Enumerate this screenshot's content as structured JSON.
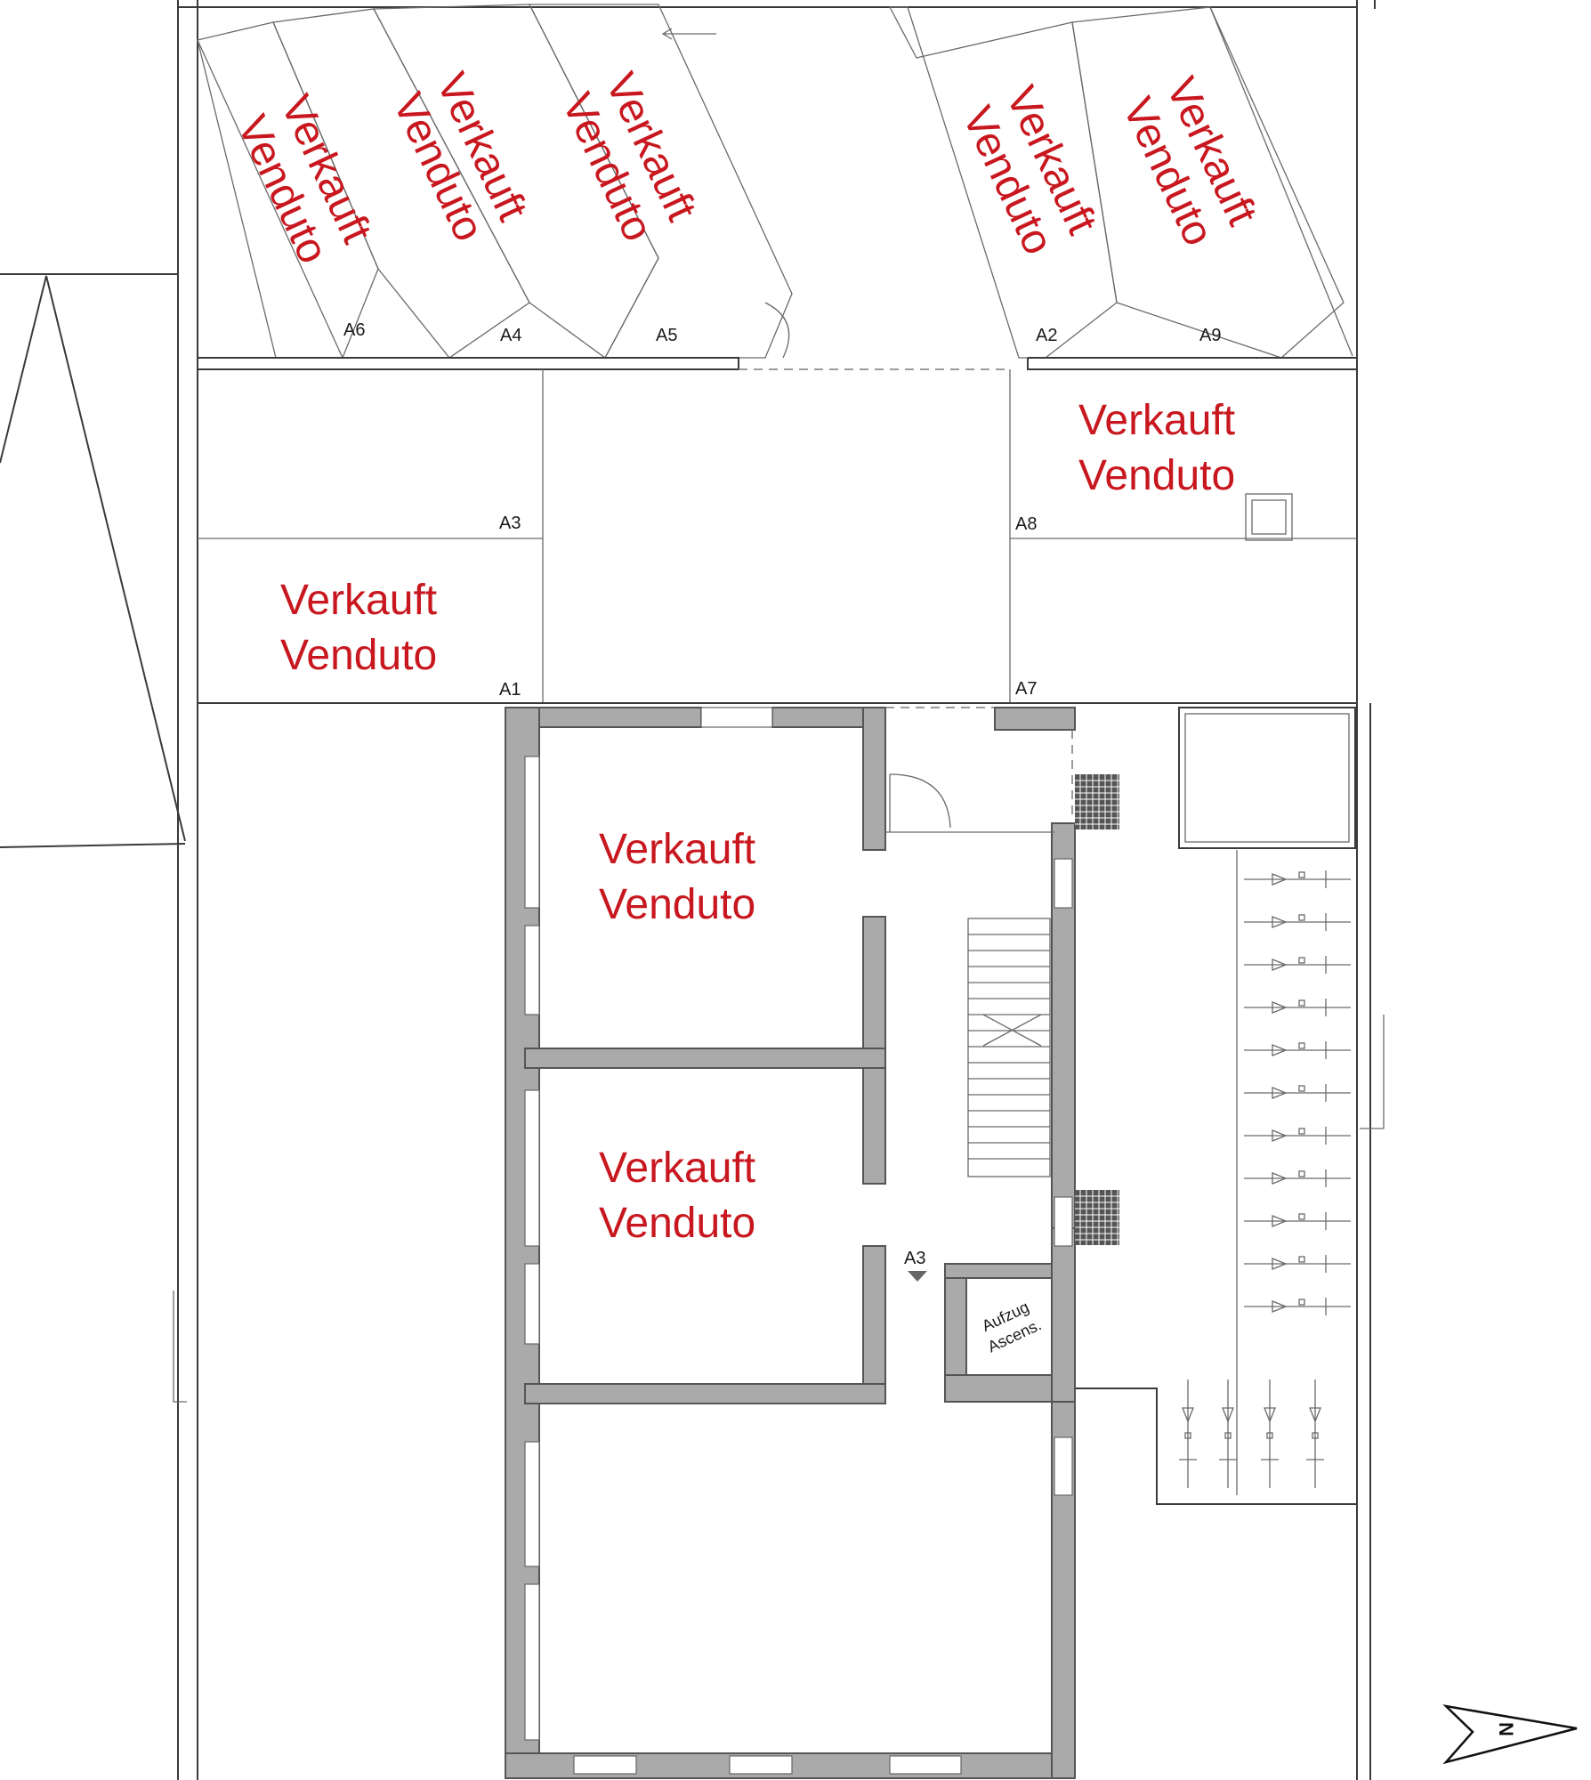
{
  "sold": {
    "line1": "Verkauft",
    "line2": "Venduto"
  },
  "parking_labels": {
    "a1": "A1",
    "a2": "A2",
    "a3": "A3",
    "a4": "A4",
    "a5": "A5",
    "a6": "A6",
    "a7": "A7",
    "a8": "A8",
    "a9": "A9"
  },
  "entrance_label": "A3",
  "elevator": {
    "line1": "Aufzug",
    "line2": "Ascens."
  },
  "north_arrow": "N",
  "colors": {
    "sold_text": "#c8171e",
    "wall_fill": "#aaaaaa",
    "line": "#3a3a3a"
  }
}
